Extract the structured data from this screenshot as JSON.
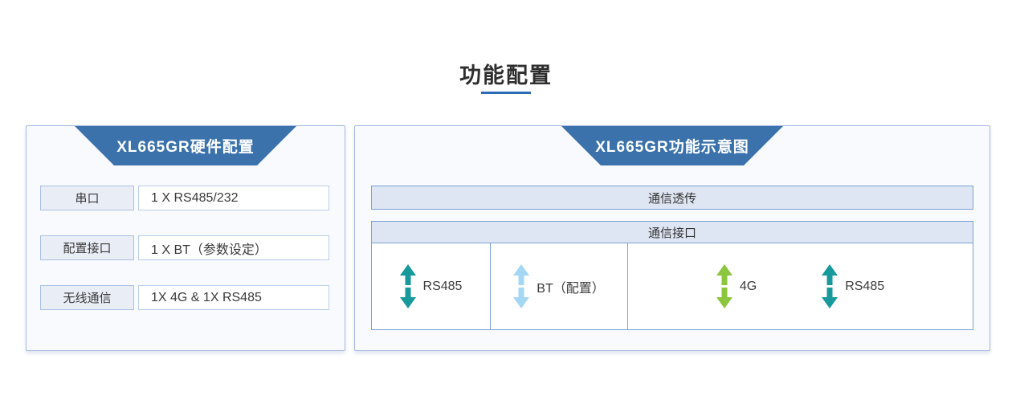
{
  "title": {
    "text": "功能配置"
  },
  "left_panel": {
    "header": "XL665GR硬件配置",
    "rows": [
      {
        "label": "串口",
        "value": "1 X RS485/232"
      },
      {
        "label": "配置接口",
        "value": "1 X BT（参数设定）"
      },
      {
        "label": "无线通信",
        "value": "1X 4G & 1X RS485"
      }
    ]
  },
  "right_panel": {
    "header": "XL665GR功能示意图",
    "transparent_bar_label": "通信透传",
    "interface_box_label": "通信接口",
    "cells": [
      {
        "items": [
          {
            "icon": "double-arrow-vertical-icon",
            "color": "#18999b",
            "label": "RS485"
          }
        ]
      },
      {
        "items": [
          {
            "icon": "double-arrow-vertical-icon",
            "color": "#a4d7f4",
            "label": "BT（配置）"
          }
        ]
      },
      {
        "items": [
          {
            "icon": "double-arrow-vertical-icon",
            "color": "#8cc63f",
            "label": "4G"
          },
          {
            "icon": "double-arrow-vertical-icon",
            "color": "#18999b",
            "label": "RS485"
          }
        ]
      }
    ]
  },
  "colors": {
    "ribbon_blue": "#3b72ac",
    "underline_blue": "#2e6cb5",
    "panel_border": "#a6b8e2",
    "box_border": "#7aa0d3",
    "teal_arrow": "#18999b",
    "lightblue_arrow": "#a4d7f4",
    "green_arrow": "#8cc63f"
  }
}
